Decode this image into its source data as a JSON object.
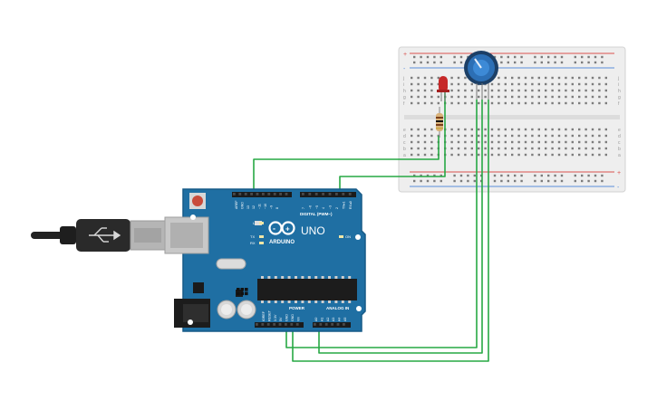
{
  "board": {
    "brand": "ARDUINO",
    "model": "UNO",
    "digital_header": "DIGITAL (PWM~)",
    "power_header": "POWER",
    "analog_header": "ANALOG IN",
    "on_label": "ON",
    "led_l": "L",
    "led_tx": "TX",
    "led_rx": "RX",
    "top_pins": [
      "AREF",
      "GND",
      "13",
      "12",
      "~11",
      "~10",
      "~9",
      "8",
      "7",
      "~6",
      "~5",
      "4",
      "~3",
      "2",
      "TX▸1",
      "RX◂0"
    ],
    "power_pins": [
      "IOREF",
      "RESET",
      "3.3V",
      "5V",
      "GND",
      "GND",
      "Vin"
    ],
    "analog_pins": [
      "A0",
      "A1",
      "A2",
      "A3",
      "A4",
      "A5"
    ]
  },
  "breadboard": {
    "row_letters_top": [
      "j",
      "i",
      "h",
      "g",
      "f"
    ],
    "row_letters_bottom": [
      "e",
      "d",
      "c",
      "b",
      "a"
    ],
    "columns": 30,
    "rail_plus": "+",
    "rail_minus": "-"
  },
  "colors": {
    "board": "#1f6fa3",
    "board_edge": "#175a87",
    "wire": "#27a844",
    "breadboard": "#eeeeee",
    "rail_red": "#d9534f",
    "rail_blue": "#5b8dd9",
    "led": "#c62828",
    "pot_knob": "#2c6fb5"
  }
}
